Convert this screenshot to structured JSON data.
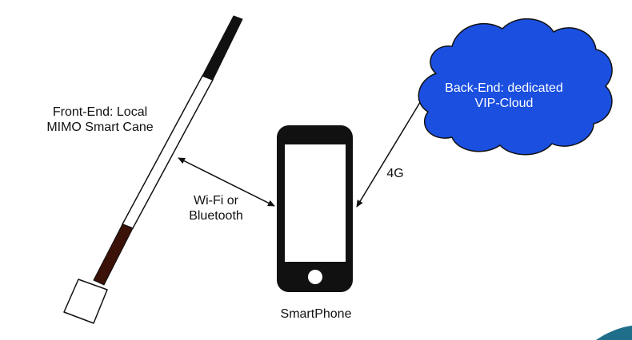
{
  "front_end": {
    "line1": "Front-End: Local",
    "line2": "MIMO Smart Cane"
  },
  "link_phone_cane": {
    "line1": "Wi-Fi or",
    "line2": "Bluetooth"
  },
  "link_phone_cloud": {
    "label": "4G"
  },
  "phone": {
    "label": "SmartPhone"
  },
  "back_end": {
    "line1": "Back-End: dedicated",
    "line2": "VIP-Cloud"
  },
  "colors": {
    "cloud_fill": "#1a4fe0",
    "cloud_stroke": "#111111",
    "cane_tip": "#111111",
    "cane_grip": "#3a1208",
    "phone_body": "#111111",
    "corner_accent": "#1f6f8b"
  }
}
